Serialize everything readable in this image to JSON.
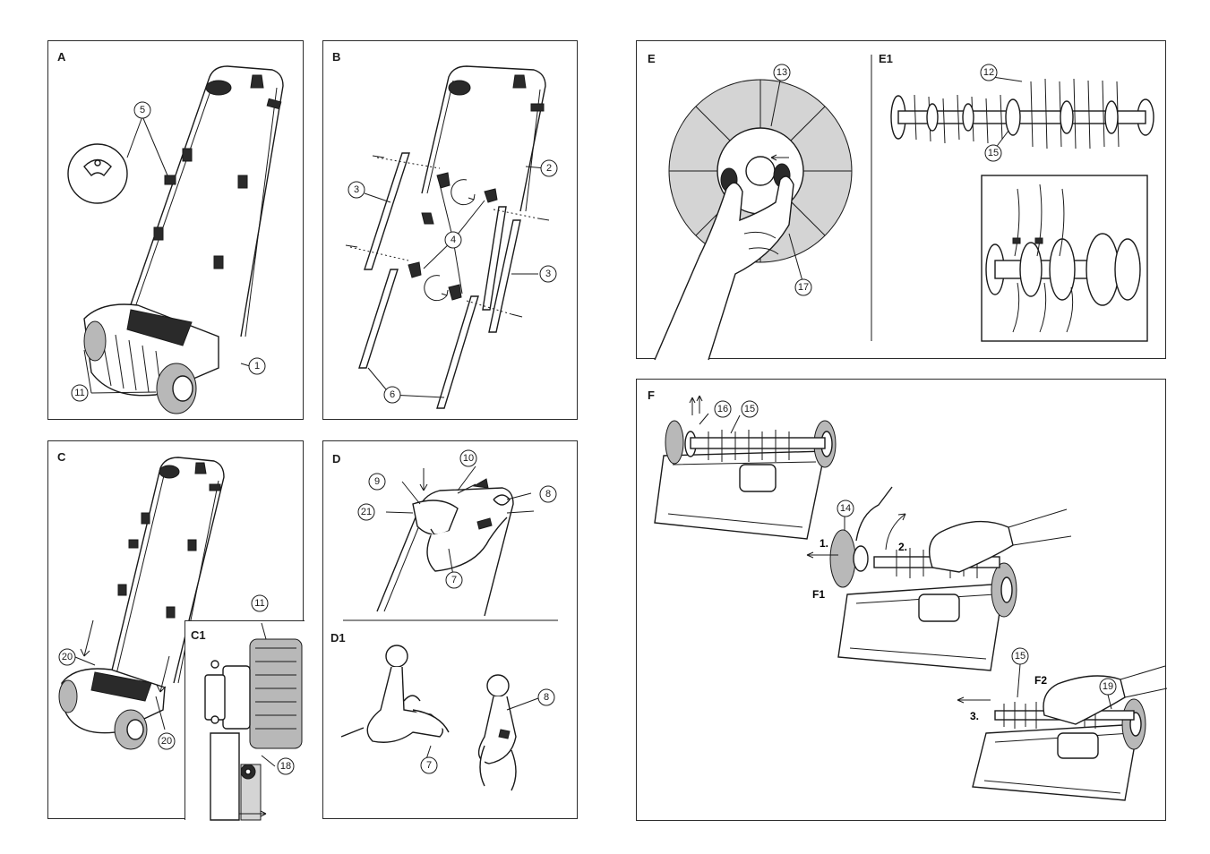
{
  "panels": {
    "A": {
      "label": "A"
    },
    "B": {
      "label": "B"
    },
    "C": {
      "label": "C"
    },
    "C1": {
      "label": "C1"
    },
    "D": {
      "label": "D"
    },
    "D1": {
      "label": "D1"
    },
    "E": {
      "label": "E"
    },
    "E1": {
      "label": "E1"
    },
    "F": {
      "label": "F"
    },
    "F1": {
      "label": "F1"
    },
    "F2": {
      "label": "F2"
    }
  },
  "steps": {
    "s1": "1.",
    "s2": "2.",
    "s3": "3."
  },
  "callouts": {
    "a_5": "5",
    "a_1": "1",
    "a_11": "11",
    "b_2": "2",
    "b_3a": "3",
    "b_3b": "3",
    "b_4": "4",
    "b_6": "6",
    "c_20a": "20",
    "c_20b": "20",
    "c_11": "11",
    "c_18": "18",
    "d_9": "9",
    "d_10": "10",
    "d_8": "8",
    "d_21": "21",
    "d_7": "7",
    "d1_7": "7",
    "d1_8": "8",
    "e_13": "13",
    "e_17": "17",
    "e1_12": "12",
    "e1_15": "15",
    "f_16": "16",
    "f_15a": "15",
    "f_14": "14",
    "f_15b": "15",
    "f_19": "19"
  },
  "colors": {
    "line": "#1a1a1a",
    "dark_part": "#2a2a2a",
    "wheel_grey": "#b8b8b8",
    "panel_bg": "#ffffff"
  }
}
